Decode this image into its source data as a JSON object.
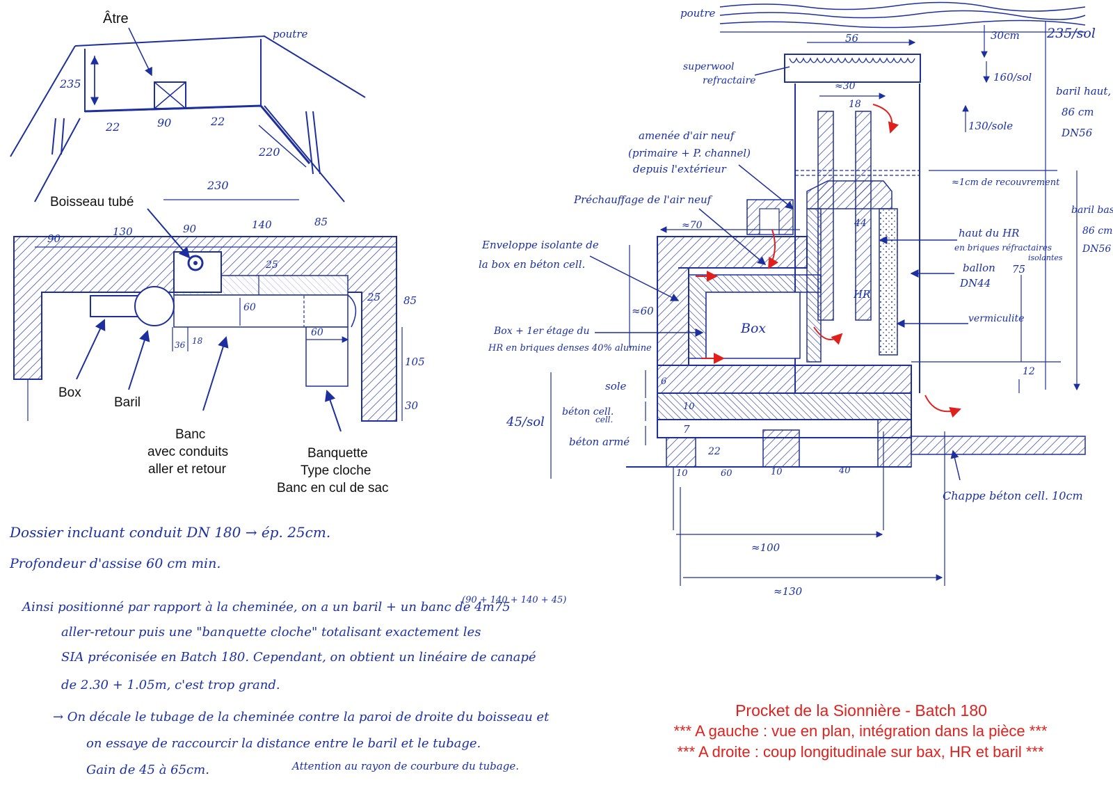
{
  "left_plan_top": {
    "atre": "Âtre",
    "poutre": "poutre",
    "h235": "235",
    "w22a": "22",
    "w90": "90",
    "w22b": "22",
    "w220": "220"
  },
  "left_plan_bench": {
    "boisseau": "Boisseau tubé",
    "top_dims": [
      "90",
      "130",
      "90",
      "140",
      "85"
    ],
    "w230": "230",
    "d25a": "25",
    "d25b": "25",
    "d85": "85",
    "d60a": "60",
    "d60b": "60",
    "d36": "36",
    "d18": "18",
    "d105": "105",
    "d30": "30",
    "box": "Box",
    "baril": "Baril",
    "banc": [
      "Banc",
      "avec conduits",
      "aller et retour"
    ],
    "banquette": [
      "Banquette",
      "Type cloche",
      "Banc en cul de sac"
    ]
  },
  "notes": [
    "Dossier incluant conduit DN 180 → ép. 25cm.",
    "Profondeur d'assise 60 cm min.",
    "Ainsi positionné par rapport à la cheminée, on a un baril + un banc de 4m75",
    "(90 + 140 + 140 + 45)",
    "aller-retour puis une \"banquette cloche\" totalisant exactement les",
    "SIA préconisée en Batch 180. Cependant, on obtient un linéaire de canapé",
    "de 2.30 + 1.05m, c'est trop grand.",
    "→ On décale le tubage de la cheminée contre la paroi de droite du boisseau et",
    "on essaye de raccourcir la distance entre le baril et le tubage.",
    "Gain de 45 à 65cm.",
    "Attention au rayon de courbure du tubage."
  ],
  "section": {
    "poutre": "poutre",
    "d235sol": "235/sol",
    "d56": "56",
    "d30cm": "30cm",
    "superwool": [
      "superwool",
      "refractaire"
    ],
    "d160sol": "160/sol",
    "d30top": "≈30",
    "d18": "18",
    "d130sol": "130/sole",
    "baril_haut": [
      "baril haut,",
      "86 cm",
      "DN56"
    ],
    "recouvrement": "≈1cm de recouvrement",
    "baril_bas": [
      "baril bas",
      "86 cm",
      "DN56"
    ],
    "amenee": [
      "amenée d'air neuf",
      "(primaire + P. channel)",
      "depuis l'extérieur"
    ],
    "prechauffage": "Préchauffage de l'air neuf",
    "d70": "≈70",
    "d44": "44",
    "enveloppe": [
      "Enveloppe isolante de",
      "la box en béton cell."
    ],
    "haut_hr": [
      "haut du HR",
      "en briques réfractaires",
      "isolantes"
    ],
    "ballon": [
      "ballon",
      "DN44"
    ],
    "d75": "75",
    "d60": "≈60",
    "box": "Box",
    "hr": "HR",
    "vermiculite": "vermiculite",
    "box_etage": [
      "Box + 1er étage du",
      "HR en briques denses 40% alumine"
    ],
    "d12": "12",
    "sole": "sole",
    "beton_cell": [
      "béton cell.",
      "cell."
    ],
    "beton_arme": "béton armé",
    "d6": "6",
    "d10": "10",
    "d7": "7",
    "d22": "22",
    "d45sol": "45/sol",
    "bottom_dims": [
      "10",
      "60",
      "10",
      "40"
    ],
    "d100": "≈100",
    "d130": "≈130",
    "chape": "Chappe béton cell. 10cm"
  },
  "caption": {
    "line1": "Procket de la Sionnière - Batch 180",
    "line2": "*** A gauche : vue en plan, intégration dans la pièce ***",
    "line3": "*** A droite : coup longitudinale sur bax, HR et baril ***"
  },
  "colors": {
    "ink": "#1d2f9e",
    "caption": "#e0201c",
    "arrow": "#e0201c"
  }
}
